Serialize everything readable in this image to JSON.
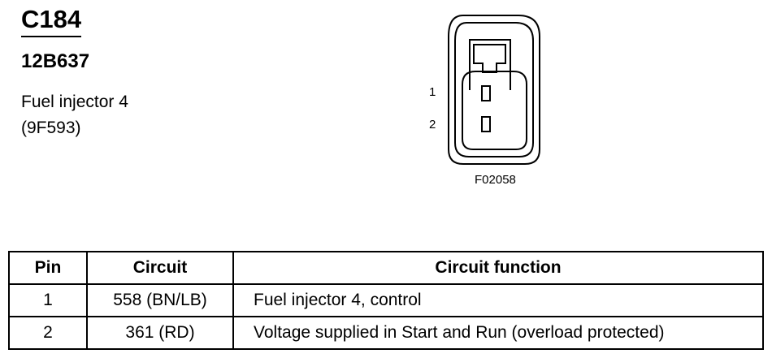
{
  "connector": {
    "id": "C184",
    "part_number": "12B637",
    "description_line1": "Fuel injector 4",
    "description_line2": "(9F593)"
  },
  "diagram": {
    "pin_labels": [
      "1",
      "2"
    ],
    "figure_code": "F02058"
  },
  "table": {
    "headers": {
      "pin": "Pin",
      "circuit": "Circuit",
      "function": "Circuit function"
    },
    "rows": [
      {
        "pin": "1",
        "circuit": "558 (BN/LB)",
        "function": "Fuel injector 4, control"
      },
      {
        "pin": "2",
        "circuit": "361 (RD)",
        "function": "Voltage supplied in Start and Run (overload protected)"
      }
    ]
  }
}
